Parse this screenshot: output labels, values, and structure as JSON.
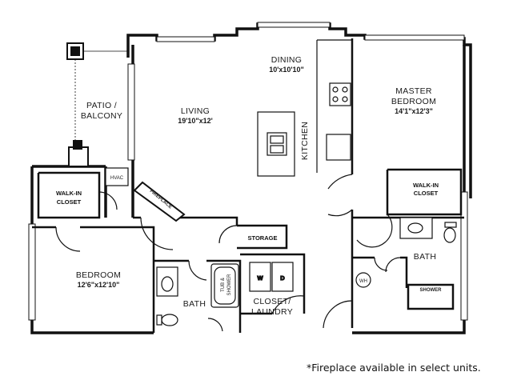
{
  "rooms": {
    "dining": {
      "name": "DINING",
      "dims": "10'x10'10\""
    },
    "living": {
      "name": "LIVING",
      "dims": "19'10\"x12'"
    },
    "patio": {
      "line1": "PATIO /",
      "line2": "BALCONY"
    },
    "master_bedroom": {
      "line1": "MASTER",
      "line2": "BEDROOM",
      "dims": "14'1\"x12'3\""
    },
    "kitchen": {
      "name": "KITCHEN"
    },
    "bedroom": {
      "name": "BEDROOM",
      "dims": "12'6\"x12'10\""
    },
    "bath_1": {
      "name": "BATH"
    },
    "bath_2": {
      "name": "BATH"
    },
    "closet_laundry": {
      "line1": "CLOSET/",
      "line2": "LAUNDRY"
    },
    "storage": {
      "name": "STORAGE"
    },
    "walk_in_closet_1": {
      "line1": "WALK-IN",
      "line2": "CLOSET"
    },
    "walk_in_closet_2": {
      "line1": "WALK-IN",
      "line2": "CLOSET"
    }
  },
  "fixtures": {
    "hvac": "HVAC",
    "fireplace": "FIREPLACE",
    "tub_shower_1": "TUB &",
    "tub_shower_2": "SHOWER",
    "shower": "SHOWER",
    "washer": "W",
    "dryer": "D",
    "water_heater": "WH"
  },
  "footnote": "*Fireplace available in select units.",
  "colors": {
    "wall": "#111111",
    "background": "#ffffff",
    "window": "#ffffff"
  }
}
